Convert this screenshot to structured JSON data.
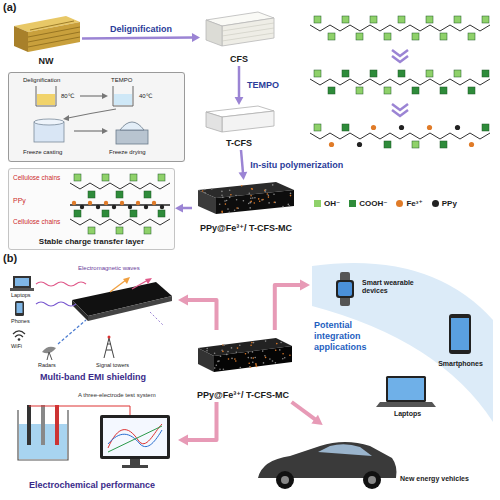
{
  "diagram": {
    "nodes": [
      {
        "text": [
          "NW"
        ]
      },
      {
        "text": [
          "CFS"
        ]
      },
      {
        "text": [
          "T-CFS"
        ]
      },
      {
        "text": [
          "PPy@Fe³⁺/ T-CFS-MC"
        ]
      },
      {
        "text": [
          "Delignification",
          "80℃",
          "TEMPO",
          "40℃",
          "Freeze casting",
          "Freeze drying"
        ]
      },
      {
        "text": [
          "Cellulose chains",
          "PPy",
          "Cellulose chains",
          "Stable charge transfer layer"
        ]
      },
      {
        "text": [
          "PPy@Fe³⁺/ T-CFS-MC"
        ]
      },
      {
        "text": [
          "Multi-band EMI shielding"
        ]
      },
      {
        "text": [
          "A three-electrode test system",
          "Electrochemical performance"
        ]
      },
      {
        "text": [
          "Potential integration applications"
        ]
      },
      {
        "text": [
          "Smart wearable devices"
        ],
        "in": 9
      },
      {
        "text": [
          "Smartphones"
        ],
        "in": 9
      },
      {
        "text": [
          "Laptops"
        ],
        "in": 9
      },
      {
        "text": [
          "New energy vehicles"
        ]
      }
    ],
    "edges": [
      {
        "from": 0,
        "to": 1,
        "label": "Delignification",
        "arrow": "to"
      },
      {
        "from": 1,
        "to": 2,
        "label": "TEMPO",
        "arrow": "to"
      },
      {
        "from": 2,
        "to": 3,
        "label": "In-situ polymerization",
        "arrow": "to"
      },
      {
        "from": 3,
        "to": 5,
        "arrow": "to"
      },
      {
        "from": 6,
        "to": 7,
        "arrow": "to"
      },
      {
        "from": 6,
        "to": 8,
        "arrow": "to"
      },
      {
        "from": 6,
        "to": 9,
        "arrow": "to"
      },
      {
        "from": 6,
        "to": 13,
        "arrow": "to"
      }
    ],
    "labels": [
      "(a)",
      "(b)",
      "Electromagnetic waves",
      "Laptops",
      "Phones",
      "WiFi",
      "Radars",
      "Signal towers"
    ],
    "legend": [
      {
        "text": "OH⁻",
        "color": "#8fd16a"
      },
      {
        "text": "COOH⁻",
        "color": "#2e8b3a"
      },
      {
        "text": "Fe³⁺",
        "color": "#e07b28"
      },
      {
        "text": "PPy",
        "color": "#222222"
      }
    ]
  }
}
